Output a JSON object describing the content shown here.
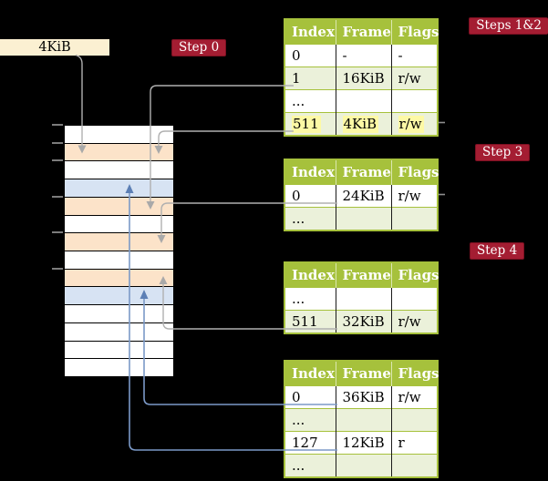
{
  "figure": {
    "frame_label": "4KiB",
    "badges": {
      "step0": "Step 0",
      "steps12": "Steps 1&2",
      "step3": "Step 3",
      "step4": "Step 4"
    }
  },
  "tables": [
    {
      "name": "page-table-level-1",
      "headers": [
        "Index",
        "Frame",
        "Flags"
      ],
      "rows": [
        {
          "cells": [
            "0",
            "-",
            "-"
          ],
          "shaded": false,
          "highlighted": false
        },
        {
          "cells": [
            "1",
            "16KiB",
            "r/w"
          ],
          "shaded": true,
          "highlighted": false
        },
        {
          "cells": [
            "...",
            "",
            ""
          ],
          "shaded": false,
          "highlighted": false
        },
        {
          "cells": [
            "511",
            "4KiB",
            "r/w"
          ],
          "shaded": true,
          "highlighted": true
        }
      ]
    },
    {
      "name": "page-table-level-2",
      "headers": [
        "Index",
        "Frame",
        "Flags"
      ],
      "rows": [
        {
          "cells": [
            "0",
            "24KiB",
            "r/w"
          ],
          "shaded": false,
          "highlighted": false
        },
        {
          "cells": [
            "...",
            "",
            ""
          ],
          "shaded": true,
          "highlighted": false
        }
      ]
    },
    {
      "name": "page-table-level-3",
      "headers": [
        "Index",
        "Frame",
        "Flags"
      ],
      "rows": [
        {
          "cells": [
            "...",
            "",
            ""
          ],
          "shaded": false,
          "highlighted": false
        },
        {
          "cells": [
            "511",
            "32KiB",
            "r/w"
          ],
          "shaded": true,
          "highlighted": false
        }
      ]
    },
    {
      "name": "page-table-level-4",
      "headers": [
        "Index",
        "Frame",
        "Flags"
      ],
      "rows": [
        {
          "cells": [
            "0",
            "36KiB",
            "r/w"
          ],
          "shaded": false,
          "highlighted": false
        },
        {
          "cells": [
            "...",
            "",
            ""
          ],
          "shaded": true,
          "highlighted": false
        },
        {
          "cells": [
            "127",
            "12KiB",
            "r"
          ],
          "shaded": false,
          "highlighted": false
        },
        {
          "cells": [
            "...",
            "",
            ""
          ],
          "shaded": true,
          "highlighted": false
        }
      ]
    }
  ],
  "memory": {
    "rows": [
      "white",
      "peach",
      "white",
      "blue",
      "peach",
      "white",
      "peach",
      "white",
      "peach",
      "blue",
      "white",
      "white",
      "white",
      "white"
    ]
  },
  "colors": {
    "header_green": "#a6c13c",
    "row_green": "#ebf1da",
    "highlight_yellow": "#fdf9a5",
    "peach": "#fce3c9",
    "blue_row": "#d7e3f3",
    "cream": "#fbf0d2",
    "label_red": "#a41d32",
    "label_red_border": "#7d1022",
    "gray_line": "#b0b0b0",
    "blue_line": "#7b99c7",
    "blue_arrow": "#5c7fb5"
  }
}
